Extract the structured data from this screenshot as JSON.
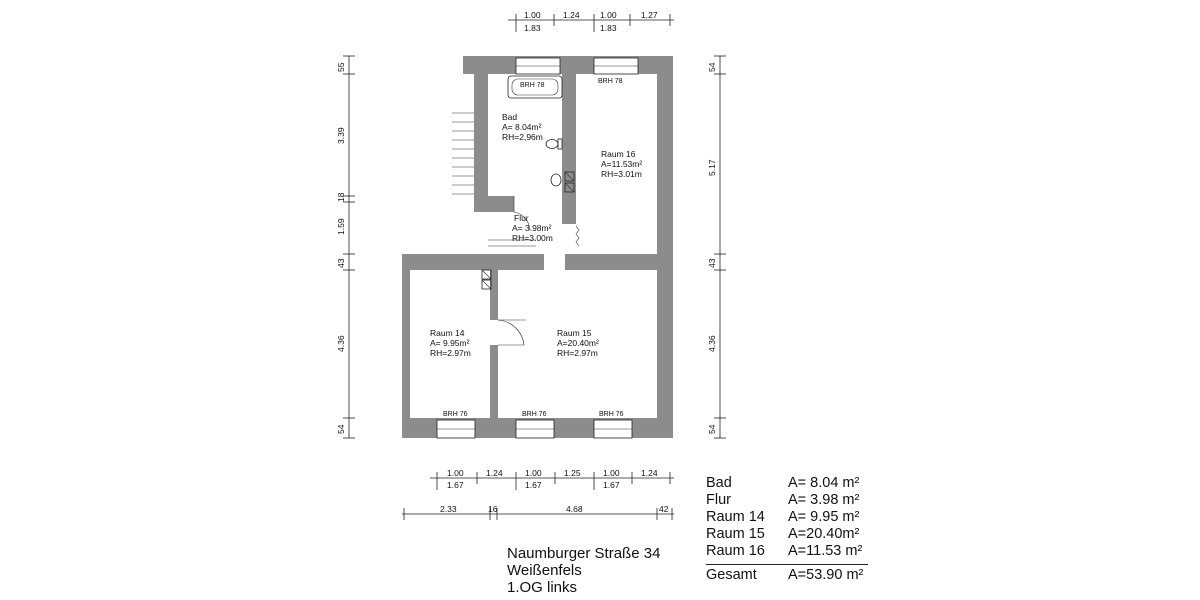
{
  "rooms": [
    {
      "name": "Bad",
      "area": "A=  8.04m²",
      "height": "RH=2,96m"
    },
    {
      "name": "Flur",
      "area": "A=  3.98m²",
      "height": "RH=3.00m"
    },
    {
      "name": "Raum 16",
      "area": "A=11.53m²",
      "height": "RH=3.01m"
    },
    {
      "name": "Raum 14",
      "area": "A=  9.95m²",
      "height": "RH=2.97m"
    },
    {
      "name": "Raum 15",
      "area": "A=20.40m²",
      "height": "RH=2.97m"
    }
  ],
  "brh": [
    "BRH 78",
    "BRH 78",
    "BRH 76",
    "BRH 76",
    "BRH 76"
  ],
  "dims_top": {
    "upper": [
      "1.00",
      "1.24",
      "1.00",
      "1.27"
    ],
    "lower": [
      "1.83",
      "1.83"
    ]
  },
  "dims_bottom": {
    "upper": [
      "1.00",
      "1.24",
      "1.00",
      "1.25",
      "1.00",
      "1.24"
    ],
    "lower": [
      "1.67",
      "1.67",
      "1.67"
    ],
    "overall": [
      "2.33",
      "16",
      "4.68",
      "42"
    ]
  },
  "dims_left": [
    "55",
    "3.39",
    "18",
    "1.59",
    "43",
    "4.36",
    "54"
  ],
  "dims_right": [
    "54",
    "5.17",
    "43",
    "4.36",
    "54"
  ],
  "address": [
    "Naumburger Straße 34",
    "Weißenfels",
    "1.OG links"
  ],
  "summary": {
    "rows": [
      {
        "name": "Bad",
        "value": "A=  8.04 m²"
      },
      {
        "name": "Flur",
        "value": "A=  3.98 m²"
      },
      {
        "name": "Raum 14",
        "value": "A=  9.95 m²"
      },
      {
        "name": "Raum 15",
        "value": "A=20.40m²"
      },
      {
        "name": "Raum 16",
        "value": "A=11.53 m²"
      }
    ],
    "total": {
      "name": "Gesamt",
      "value": "A=53.90 m²"
    }
  }
}
